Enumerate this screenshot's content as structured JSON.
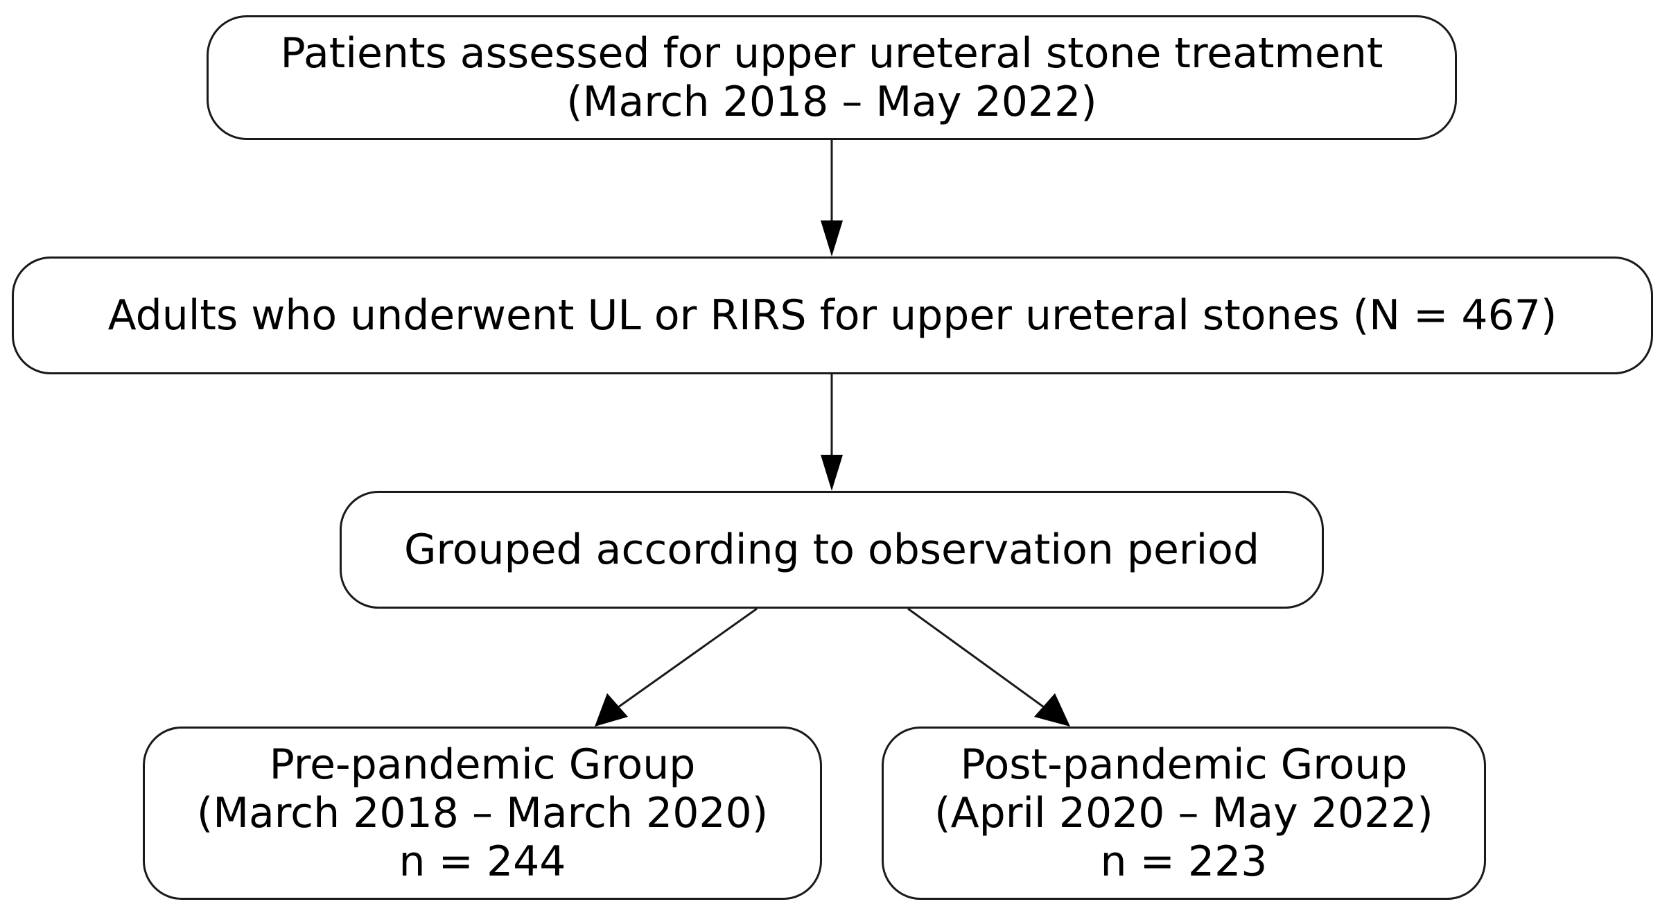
{
  "nodes": {
    "assessed": {
      "line1": "Patients assessed for upper ureteral stone treatment",
      "line2": "(March 2018 – May 2022)"
    },
    "adults": {
      "line1": "Adults who underwent UL or RIRS for upper ureteral stones (N = 467)"
    },
    "grouped": {
      "line1": "Grouped according to observation period"
    },
    "pre_pandemic": {
      "line1": "Pre-pandemic Group",
      "line2": "(March 2018 – March 2020)",
      "line3": "n = 244"
    },
    "post_pandemic": {
      "line1": "Post-pandemic Group",
      "line2": "(April 2020 – May 2022)",
      "line3": "n = 223"
    }
  },
  "colors": {
    "stroke": "#1a1a1a",
    "text": "#000000",
    "background": "#ffffff"
  }
}
